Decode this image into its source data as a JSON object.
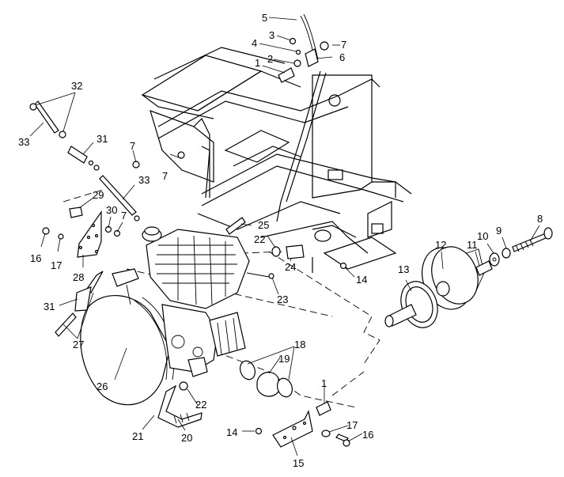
{
  "diagram": {
    "title": "Engine mounting exploded parts diagram",
    "background": "#ffffff",
    "line_color": "#000000",
    "callouts": [
      {
        "id": "c5",
        "label": "5"
      },
      {
        "id": "c3",
        "label": "3"
      },
      {
        "id": "c7a",
        "label": "7"
      },
      {
        "id": "c4a",
        "label": "4"
      },
      {
        "id": "c2",
        "label": "2"
      },
      {
        "id": "c6",
        "label": "6"
      },
      {
        "id": "c1a",
        "label": "1"
      },
      {
        "id": "c32",
        "label": "32"
      },
      {
        "id": "c33a",
        "label": "33"
      },
      {
        "id": "c31a",
        "label": "31"
      },
      {
        "id": "c7b",
        "label": "7"
      },
      {
        "id": "c7c",
        "label": "7"
      },
      {
        "id": "c33b",
        "label": "33"
      },
      {
        "id": "c29",
        "label": "29"
      },
      {
        "id": "c30",
        "label": "30"
      },
      {
        "id": "c7d",
        "label": "7"
      },
      {
        "id": "c16a",
        "label": "16"
      },
      {
        "id": "c17a",
        "label": "17"
      },
      {
        "id": "c28",
        "label": "28"
      },
      {
        "id": "c25",
        "label": "25"
      },
      {
        "id": "c22a",
        "label": "22"
      },
      {
        "id": "c24",
        "label": "24"
      },
      {
        "id": "c14a",
        "label": "14"
      },
      {
        "id": "c23",
        "label": "23"
      },
      {
        "id": "c8",
        "label": "8"
      },
      {
        "id": "c9",
        "label": "9"
      },
      {
        "id": "c10",
        "label": "10"
      },
      {
        "id": "c11",
        "label": "11"
      },
      {
        "id": "c12",
        "label": "12"
      },
      {
        "id": "c13",
        "label": "13"
      },
      {
        "id": "c31b",
        "label": "31"
      },
      {
        "id": "c27",
        "label": "27"
      },
      {
        "id": "c26",
        "label": "26"
      },
      {
        "id": "c18",
        "label": "18"
      },
      {
        "id": "c19",
        "label": "19"
      },
      {
        "id": "c22b",
        "label": "22"
      },
      {
        "id": "c1b",
        "label": "1"
      },
      {
        "id": "c21",
        "label": "21"
      },
      {
        "id": "c20",
        "label": "20"
      },
      {
        "id": "c14b",
        "label": "14"
      },
      {
        "id": "c17b",
        "label": "17"
      },
      {
        "id": "c16b",
        "label": "16"
      },
      {
        "id": "c15",
        "label": "15"
      }
    ]
  }
}
